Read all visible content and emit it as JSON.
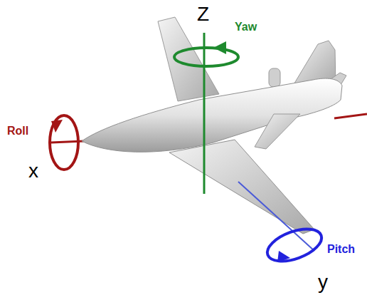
{
  "diagram": {
    "labels": [
      "Z",
      "Yaw",
      "Roll",
      "x",
      "Pitch",
      "y"
    ]
  }
}
